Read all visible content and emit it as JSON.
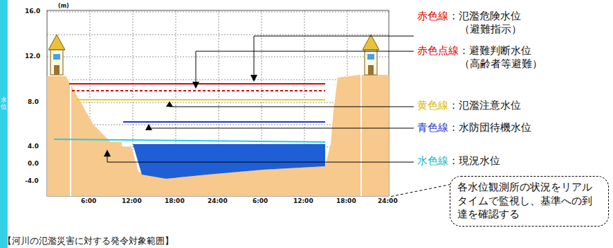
{
  "diagram": {
    "nodes": [
      {
        "text": [
          "各水位観測所の状況をリアルタイムで監視し、基準への到達を確認する"
        ]
      }
    ],
    "labels": [
      "(m)",
      "16.0",
      "12.0",
      "8.0",
      "4.0",
      "0.0",
      "-4.0",
      "水位",
      "6:00",
      "12:00",
      "18:00",
      "24:00",
      "6:00",
      "12:00",
      "18:00",
      "24:00",
      "赤色線",
      "：氾濫危険水位",
      "（避難指示）",
      "赤色点線",
      "：避難判断水位",
      "（高齢者等避難）",
      "黄色線",
      "：氾濫注意水位",
      "青色線",
      "：水防団待機水位",
      "水色線",
      "：現況水位",
      "【河川の氾濫災害に対する発令対象範囲】"
    ]
  }
}
